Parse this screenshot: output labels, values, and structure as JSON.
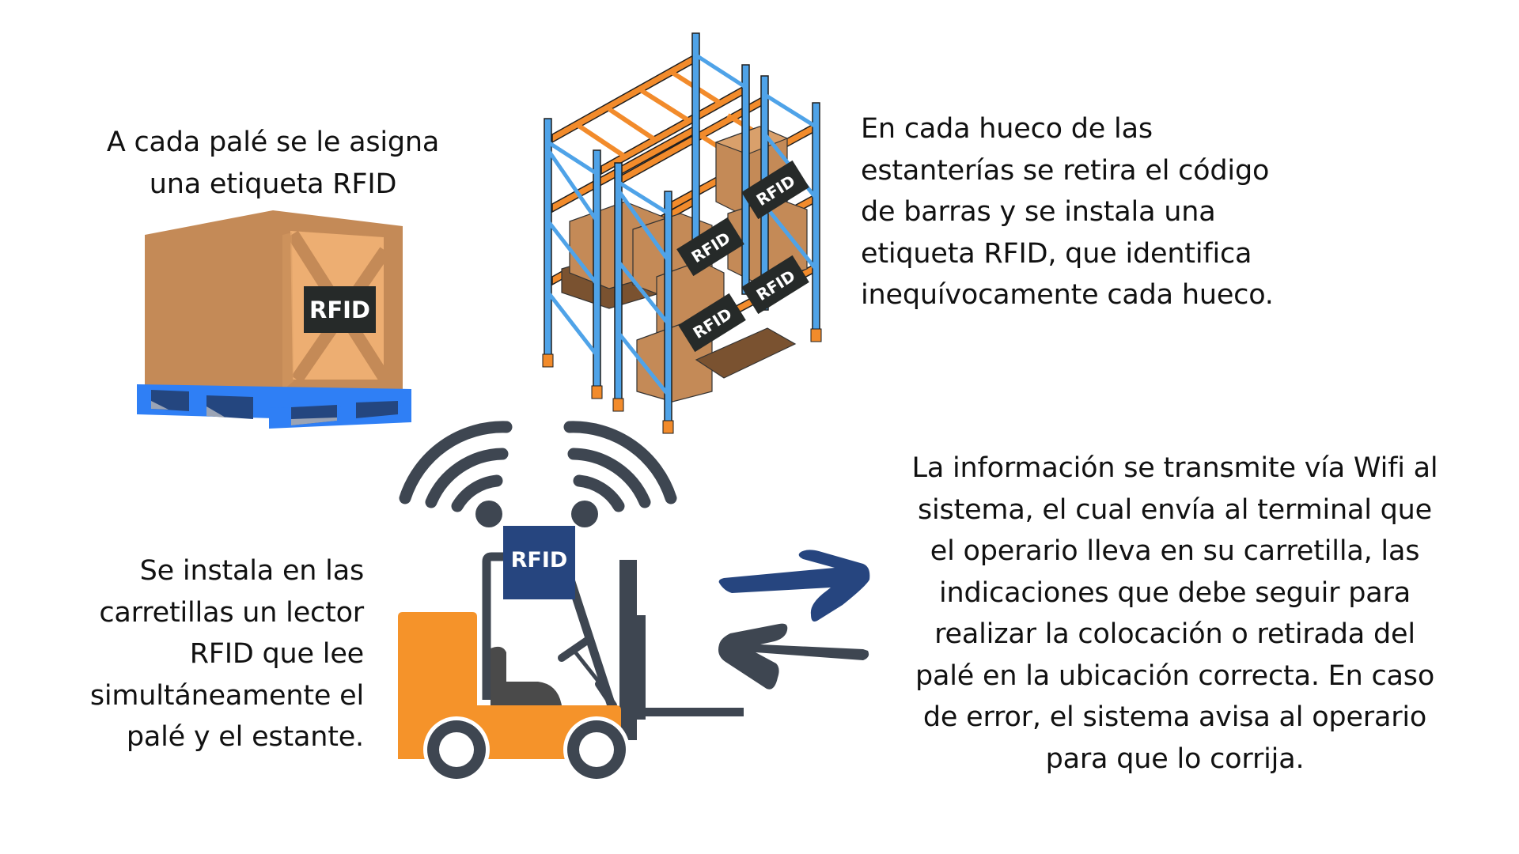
{
  "infographic": {
    "topic": "RFID warehouse pallet location system",
    "steps": [
      {
        "id": "pallet-tag",
        "lines": [
          "A cada palé se le asigna",
          "una etiqueta RFID"
        ],
        "align": "center"
      },
      {
        "id": "rack-tag",
        "lines": [
          "En cada hueco de las",
          "estanterías se retira el código",
          "de barras y se instala una",
          "etiqueta RFID, que identifica",
          "inequívocamente cada hueco."
        ],
        "align": "left"
      },
      {
        "id": "forklift-reader",
        "lines": [
          "Se instala en las",
          "carretillas un lector",
          "RFID que lee",
          "simultáneamente el",
          "palé y el estante."
        ],
        "align": "right"
      },
      {
        "id": "wifi-system",
        "lines": [
          "La información se transmite vía Wifi al",
          "sistema, el cual envía al terminal que",
          "el operario lleva en su carretilla, las",
          "indicaciones que debe seguir para",
          "realizar la colocación o retirada del",
          "palé en la ubicación correcta. En caso",
          "de error, el sistema avisa al operario",
          "para que lo corrija."
        ],
        "align": "center"
      }
    ]
  },
  "illustrations": {
    "pallet_box": {
      "tag_label": "RFID",
      "icon": "box-on-pallet-icon"
    },
    "rack": {
      "tag_labels": [
        "RFID",
        "RFID",
        "RFID",
        "RFID"
      ],
      "icon": "warehouse-rack-icon"
    },
    "forklift": {
      "reader_label": "RFID",
      "icon": "forklift-icon"
    },
    "wifi": {
      "icon": "wifi-signal-icon"
    },
    "arrows": {
      "icon": "bidirectional-arrows-icon"
    }
  },
  "colors": {
    "box_front": "#C48A57",
    "box_side": "#EBA96C",
    "pallet_blue": "#2F7FF5",
    "pallet_dark": "#24467F",
    "tag_dark": "#262A29",
    "rack_blue": "#4FA3E8",
    "rack_orange": "#F28B2B",
    "forklift_orange": "#F5932A",
    "slate": "#3E4651",
    "reader_blue": "#26457F",
    "arrow_blue": "#26457F"
  }
}
